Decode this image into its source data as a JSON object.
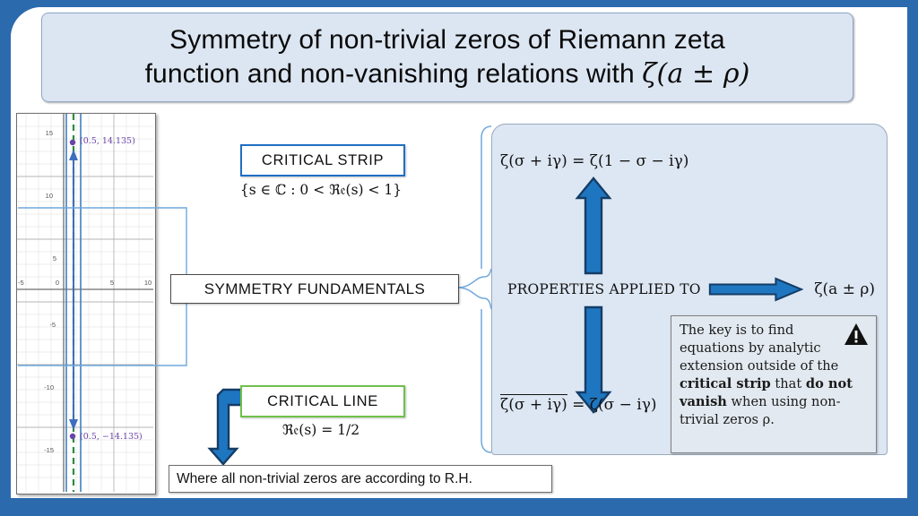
{
  "slide": {
    "title_line1": "Symmetry of non-trivial zeros of Riemann zeta",
    "title_line2_prefix": "function and non-vanishing relations with ",
    "title_line2_math": "ζ(a ± ρ)",
    "frame_color": "#2C6AAE",
    "panel_color": "#ffffff",
    "title_fill": "#DCE6F2"
  },
  "graph": {
    "name": "complex-plane-critical-strip-plot",
    "y_ticks": [
      "15",
      "10",
      "5",
      "-5",
      "-10",
      "-15"
    ],
    "x_ticks": [
      "-5",
      "0",
      "5",
      "10"
    ],
    "point_top_label": "(0.5, 14.135)",
    "point_bottom_label": "(0.5, −14.135)",
    "critical_line_color": "#2E8B3D",
    "strip_boundary_color": "#3E7FC1",
    "point_color": "#6A43A8",
    "grid_color": "#D9D9D9",
    "axis_color": "#6E6E6E"
  },
  "center": {
    "critical_strip_label": "CRITICAL  STRIP",
    "critical_strip_formula": "{s ∈ ℂ : 0 < ℜ𝔢(s) < 1}",
    "critical_strip_border": "#1F6FC4",
    "symmetry_label": "SYMMETRY FUNDAMENTALS",
    "critical_line_label": "CRITICAL  LINE",
    "critical_line_formula": "ℜ𝔢(s) = 1/2",
    "critical_line_border": "#70C04A",
    "bottom_caption": "Where all non-trivial zeros are according to R.H."
  },
  "right": {
    "equation_top": "ζ(σ + iγ) = ζ(1 − σ − iγ)",
    "equation_bottom_conjugate": "ζ(σ + iγ)",
    "equation_bottom_rest": " = ζ(σ − iγ)",
    "properties_label": "PROPERTIES APPLIED TO",
    "zeta_target": "ζ(a ± ρ)",
    "panel_fill": "#DDE7F3",
    "arrow_fill": "#1F76C0",
    "arrow_stroke": "#143D66"
  },
  "note": {
    "line1": "The key is to find",
    "line2": "equations by analytic",
    "line3": "extension outside of the",
    "bold1": "critical strip",
    "mid1": " that ",
    "bold2": "do not",
    "bold3": "vanish",
    "mid2": " when using non-",
    "line_last": "trivial zeros ρ.",
    "icon": "warning-triangle-icon",
    "fill": "#E2E9F0"
  }
}
